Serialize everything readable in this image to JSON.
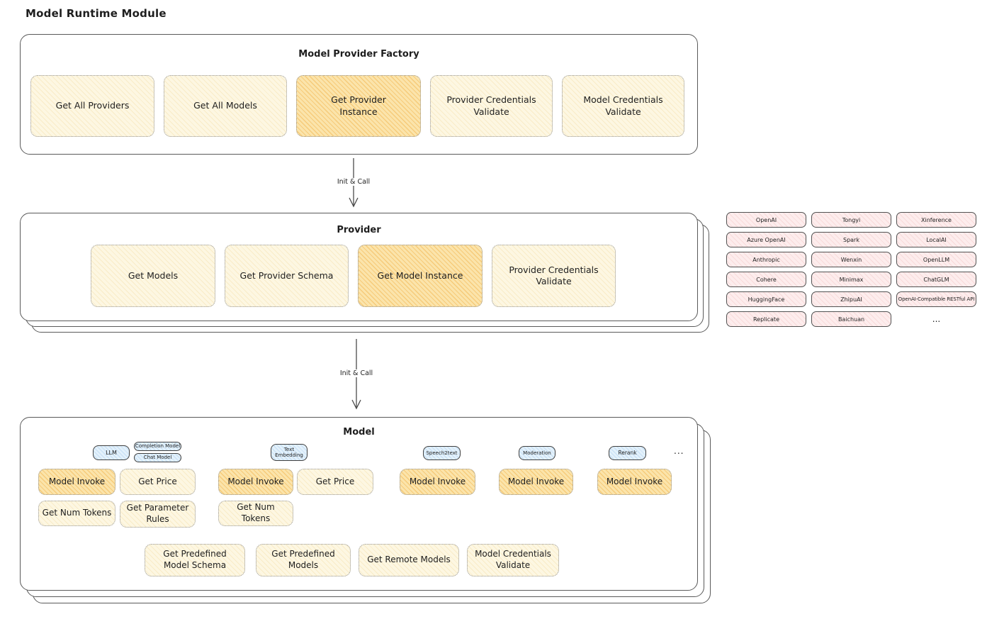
{
  "page": {
    "title": "Model Runtime Module"
  },
  "factory": {
    "title": "Model Provider Factory",
    "boxes": [
      {
        "label": "Get All Providers"
      },
      {
        "label": "Get All Models"
      },
      {
        "label": "Get Provider Instance"
      },
      {
        "label": "Provider Credentials Validate"
      },
      {
        "label": "Model Credentials Validate"
      }
    ]
  },
  "arrow1": {
    "label": "Init & Call"
  },
  "arrow2": {
    "label": "Init & Call"
  },
  "provider": {
    "title": "Provider",
    "boxes": [
      {
        "label": "Get Models"
      },
      {
        "label": "Get Provider Schema"
      },
      {
        "label": "Get Model Instance"
      },
      {
        "label": "Provider Credentials Validate"
      }
    ]
  },
  "providers_list": {
    "items": [
      "OpenAI",
      "Tongyi",
      "Xinference",
      "Azure OpenAI",
      "Spark",
      "LocalAI",
      "Anthropic",
      "Wenxin",
      "OpenLLM",
      "Cohere",
      "Minimax",
      "ChatGLM",
      "HuggingFace",
      "ZhipuAI",
      "OpenAI-Compatible RESTful API",
      "Replicate",
      "Baichuan"
    ],
    "more": "..."
  },
  "model": {
    "title": "Model",
    "tags": {
      "llm": "LLM",
      "completion_model": "Completion Model",
      "chat_model": "Chat Model",
      "text_embedding": "Text Embedding",
      "speech2text": "Speech2text",
      "moderation": "Moderation",
      "rerank": "Rerank",
      "more": "..."
    },
    "llm_boxes": [
      {
        "label": "Model Invoke"
      },
      {
        "label": "Get Price"
      },
      {
        "label": "Get Num Tokens"
      },
      {
        "label": "Get Parameter Rules"
      }
    ],
    "embedding_boxes": [
      {
        "label": "Model Invoke"
      },
      {
        "label": "Get Price"
      },
      {
        "label": "Get Num Tokens"
      }
    ],
    "speech2text_boxes": [
      {
        "label": "Model Invoke"
      }
    ],
    "moderation_boxes": [
      {
        "label": "Model Invoke"
      }
    ],
    "rerank_boxes": [
      {
        "label": "Model Invoke"
      }
    ],
    "bottom_boxes": [
      {
        "label": "Get Predefined Model Schema"
      },
      {
        "label": "Get Predefined Models"
      },
      {
        "label": "Get Remote Models"
      },
      {
        "label": "Model Credentials Validate"
      }
    ]
  },
  "colors": {
    "box_fill": "#fdf7e2",
    "box_fill_highlight": "#fbe4ab",
    "hatch_yellow": "#e9b95a",
    "hatch_orange": "#eea530",
    "provider_pill_fill": "#fdeded",
    "pill_hatch": "#e48c8c",
    "tag_fill": "#e3f1fb",
    "frame_stroke": "#5a5a5a",
    "text": "#1e1e1e"
  }
}
